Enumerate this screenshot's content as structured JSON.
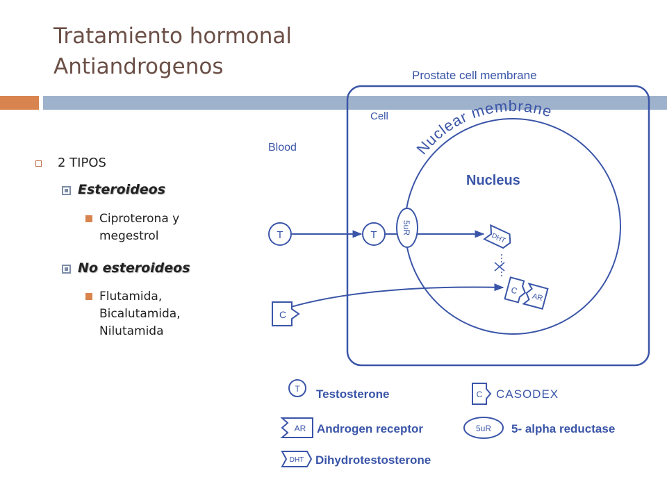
{
  "slide": {
    "title_line1": "Tratamiento hormonal",
    "title_line2": "Antiandrogenos"
  },
  "bullets": {
    "level1": "2 TIPOS",
    "group1": {
      "label": "Esteroideos",
      "detail_line1": "Ciproterona y",
      "detail_line2": "megestrol"
    },
    "group2": {
      "label": "No esteroideos",
      "detail_line1": "Flutamida,",
      "detail_line2": "Bicalutamida,",
      "detail_line3": "Nilutamida"
    }
  },
  "diagram": {
    "membrane_label": "Prostate cell membrane",
    "cell_label": "Cell",
    "blood_label": "Blood",
    "nuclear_label": "Nuclear membrane",
    "nucleus_label": "Nucleus",
    "t_symbol": "T",
    "enzyme_symbol": "5uR",
    "dht_symbol": "DHT",
    "ar_symbol": "AR",
    "c_symbol": "C",
    "colors": {
      "line": "#3a55a8",
      "text": "#3a55a8"
    },
    "legend": {
      "testosterone": "Testosterone",
      "casodex": "CASODEX",
      "androgen_receptor": "Androgen receptor",
      "alpha_reductase": "5- alpha reductase",
      "dht": "Dihydrotestosterone"
    }
  }
}
